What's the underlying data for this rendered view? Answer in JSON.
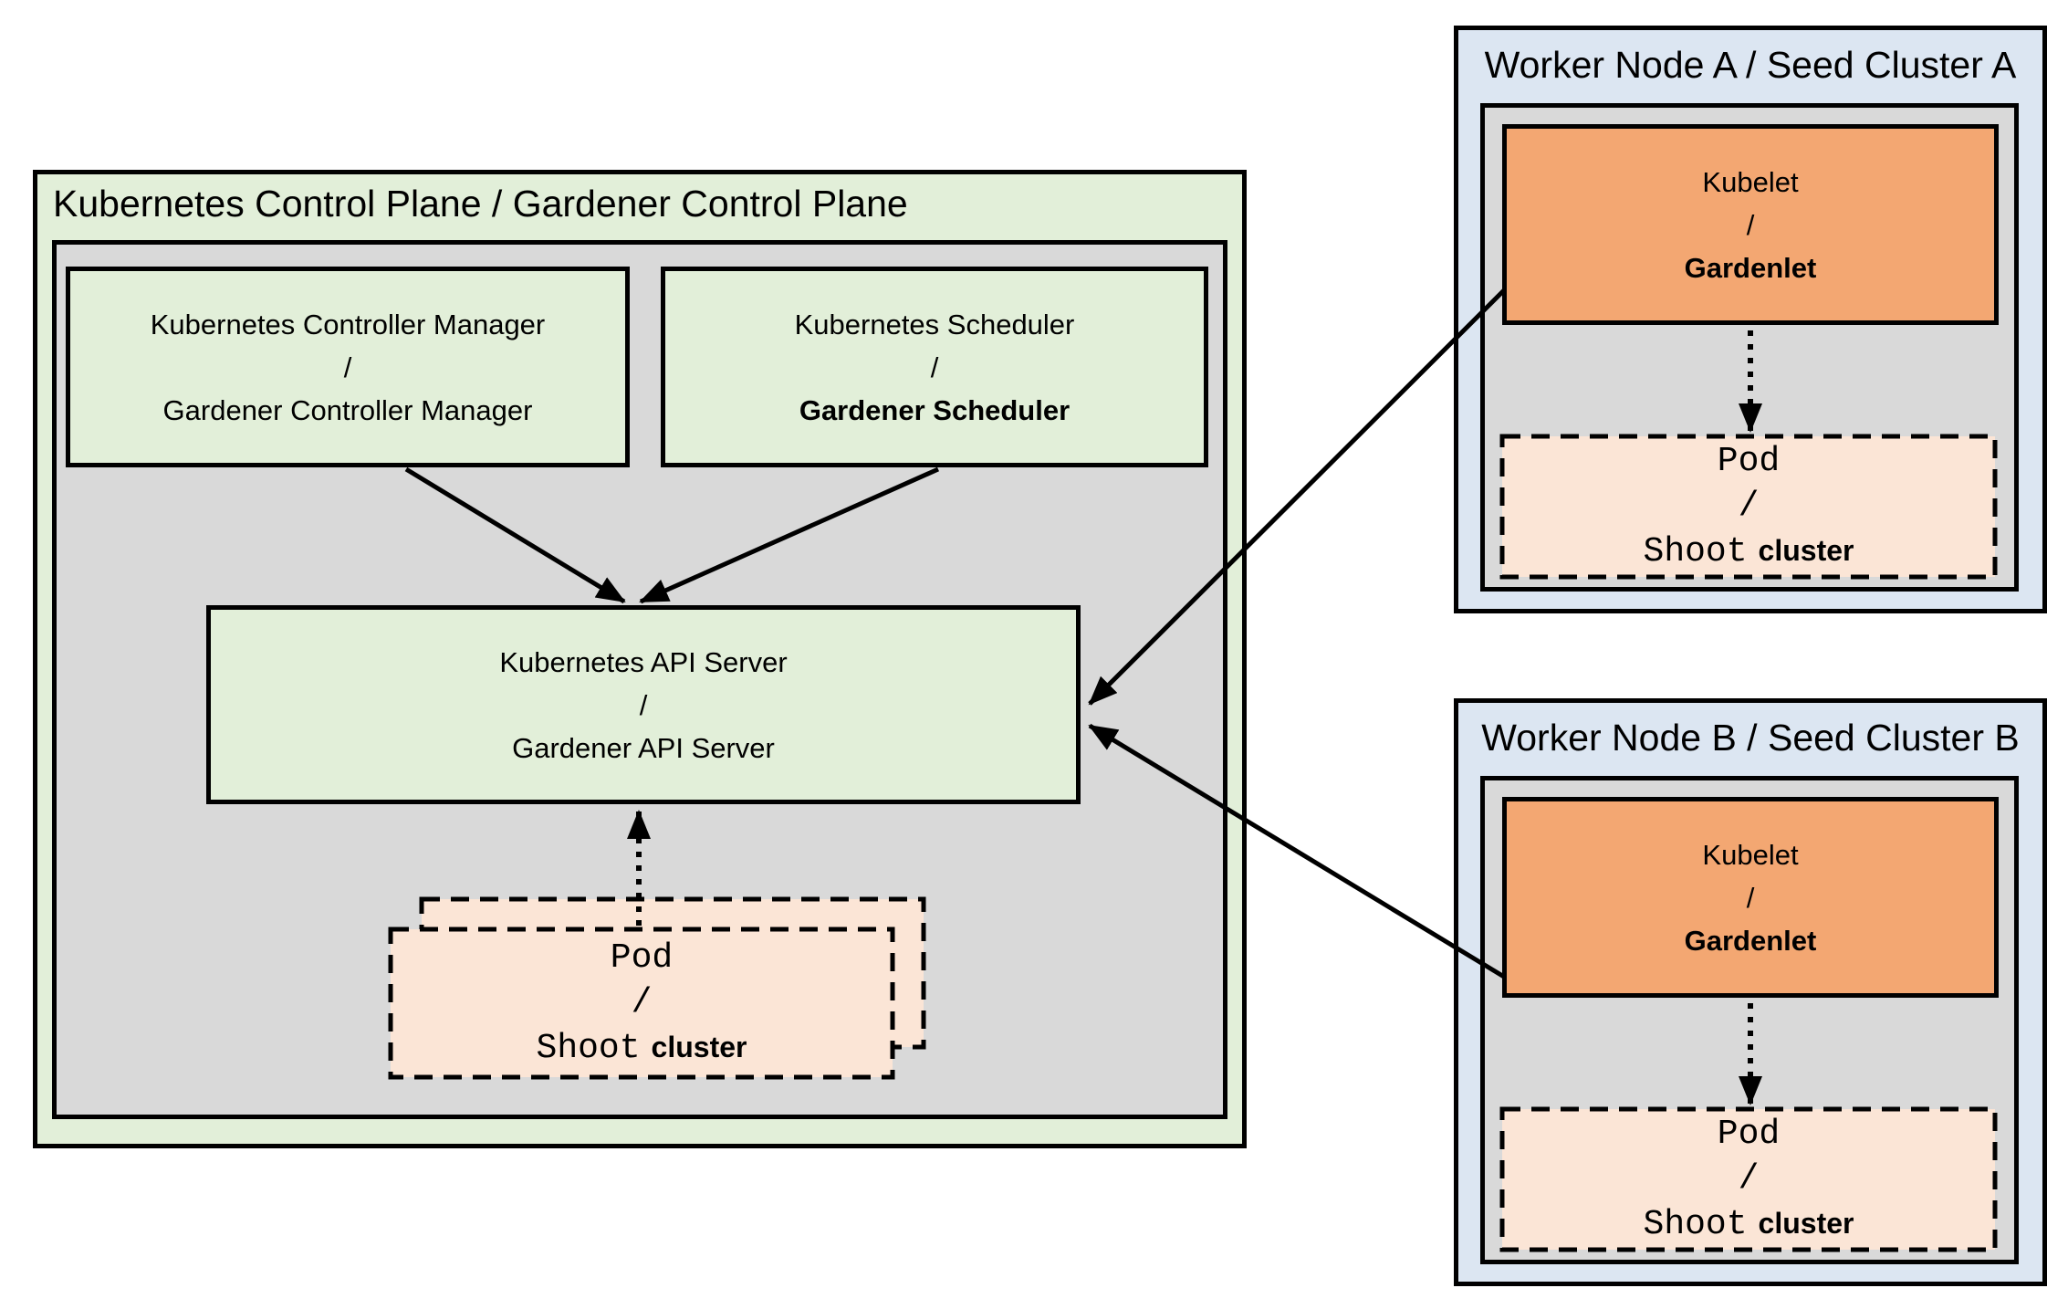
{
  "colors": {
    "background": "#FFFFFF",
    "border": "#000000",
    "green_fill": "#E2EFD9",
    "gray_fill": "#D9D9D9",
    "blue_fill": "#DCE6F2",
    "orange_fill": "#F3A772",
    "peach_fill": "#FBE5D6",
    "text": "#000000"
  },
  "control_plane": {
    "title": "Kubernetes Control Plane / Gardener Control Plane",
    "controller_manager": {
      "line1": "Kubernetes Controller Manager",
      "separator": "/",
      "line2": "Gardener Controller Manager"
    },
    "scheduler": {
      "line1": "Kubernetes Scheduler",
      "separator": "/",
      "line2": "Gardener Scheduler"
    },
    "api_server": {
      "line1": "Kubernetes API Server",
      "separator": "/",
      "line2": "Gardener API Server"
    },
    "pod_stack": {
      "line1": "Pod",
      "separator": "/",
      "line2_mono": "Shoot",
      "line2_suffix": "cluster"
    }
  },
  "worker_nodes": [
    {
      "title": "Worker Node A / Seed Cluster A",
      "kubelet": {
        "line1": "Kubelet",
        "separator": "/",
        "line2": "Gardenlet"
      },
      "pod": {
        "line1": "Pod",
        "separator": "/",
        "line2_mono": "Shoot",
        "line2_suffix": "cluster"
      }
    },
    {
      "title": "Worker Node B / Seed Cluster B",
      "kubelet": {
        "line1": "Kubelet",
        "separator": "/",
        "line2": "Gardenlet"
      },
      "pod": {
        "line1": "Pod",
        "separator": "/",
        "line2_mono": "Shoot",
        "line2_suffix": "cluster"
      }
    }
  ]
}
